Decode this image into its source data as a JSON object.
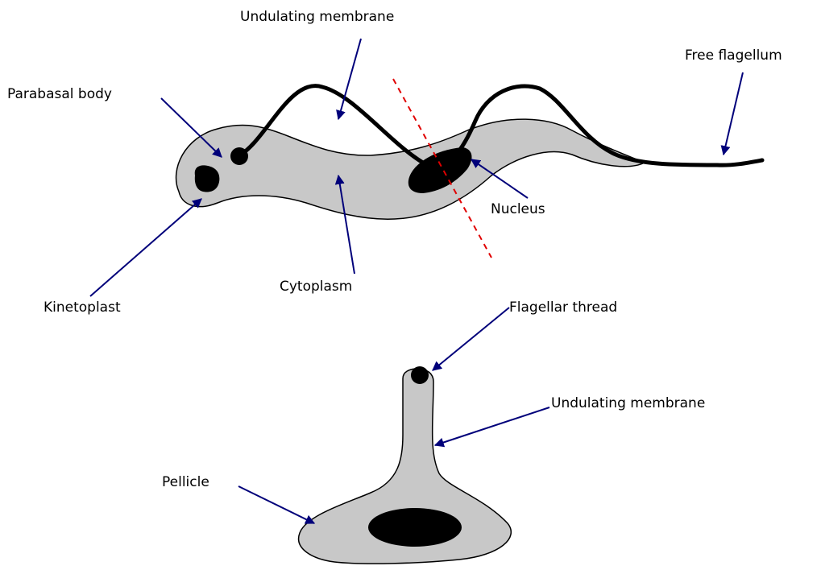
{
  "colors": {
    "body_fill": "#c8c8c8",
    "outline": "#000000",
    "arrow": "#00007a",
    "cut_line": "#e00000"
  },
  "labels": {
    "undulating_membrane_top": "Undulating membrane",
    "free_flagellum": "Free flagellum",
    "parabasal_body": "Parabasal body",
    "nucleus": "Nucleus",
    "kinetoplast": "Kinetoplast",
    "cytoplasm": "Cytoplasm",
    "flagellar_thread": "Flagellar thread",
    "undulating_membrane_bottom": "Undulating membrane",
    "pellicle": "Pellicle"
  }
}
